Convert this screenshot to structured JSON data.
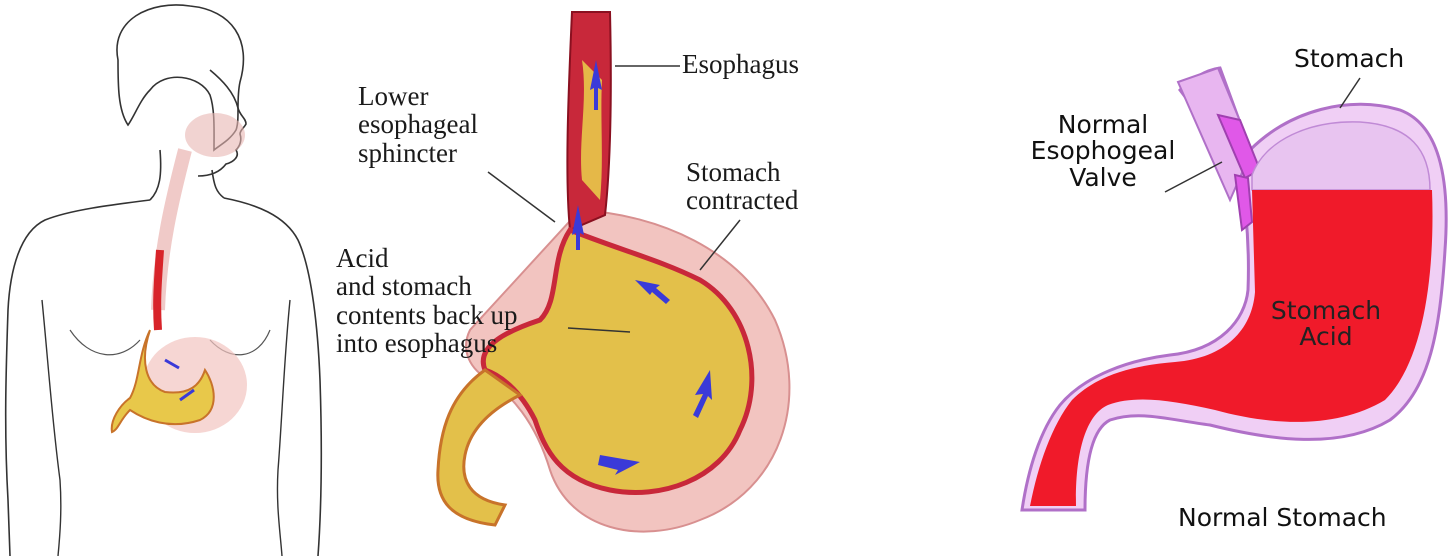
{
  "reflux": {
    "esophagus": "Esophagus",
    "sphincter": "Lower\nesophageal\nsphincter",
    "contracted": "Stomach\ncontracted",
    "acid_backup": "Acid\nand stomach\ncontents back up\ninto esophagus"
  },
  "normal": {
    "stomach": "Stomach",
    "valve": "Normal\nEsophogeal\nValve",
    "acid": "Stomach\nAcid",
    "caption": "Normal Stomach"
  },
  "icons": [
    "female-figure-icon",
    "reflux-stomach-icon",
    "normal-stomach-icon",
    "flow-arrow-icon"
  ],
  "colors": {
    "acid_red": "#f01a2a",
    "stomach_yellow": "#e8c84a",
    "stomach_pink": "#f2c4c0",
    "wall_purple": "#d89ee6",
    "arrow_blue": "#3a3ad8"
  }
}
